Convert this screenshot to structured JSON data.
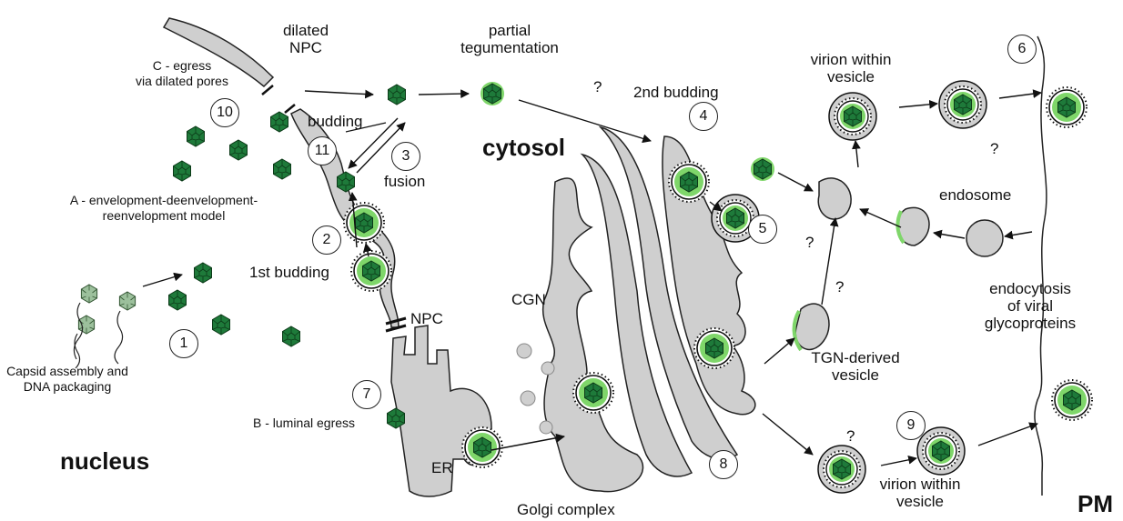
{
  "labels": {
    "dilated_npc": "dilated\nNPC",
    "partial_tegumentation": "partial\ntegumentation",
    "egress_c": "C - egress\nvia dilated pores",
    "q1": "?",
    "second_budding": "2nd budding",
    "virion_within_vesicle_top": "virion within\nvesicle",
    "budding": "budding",
    "cytosol": "cytosol",
    "fusion": "fusion",
    "q2": "?",
    "endosome": "endosome",
    "model_a": "A - envelopment-deenvelopment-\nreenvelopment model",
    "q3": "?",
    "first_budding": "1st budding",
    "q4": "?",
    "endocytosis": "endocytosis\nof viral\nglycoproteins",
    "cgn": "CGN",
    "npc": "NPC",
    "capsid_assembly": "Capsid assembly and\nDNA packaging",
    "tgn_vesicle": "TGN-derived\nvesicle",
    "luminal_egress": "B - luminal egress",
    "er": "ER",
    "q5": "?",
    "virion_within_vesicle_bottom": "virion within\nvesicle",
    "nucleus": "nucleus",
    "golgi": "Golgi complex",
    "pm": "PM"
  },
  "steps": [
    "1",
    "2",
    "3",
    "4",
    "5",
    "6",
    "7",
    "8",
    "9",
    "10",
    "11"
  ],
  "colors": {
    "capsid": "#1e7a3a",
    "capsid_light": "#9cc09c",
    "tegument": "#7fd66a",
    "membrane": "#bdbdbd",
    "outline": "#222222"
  }
}
